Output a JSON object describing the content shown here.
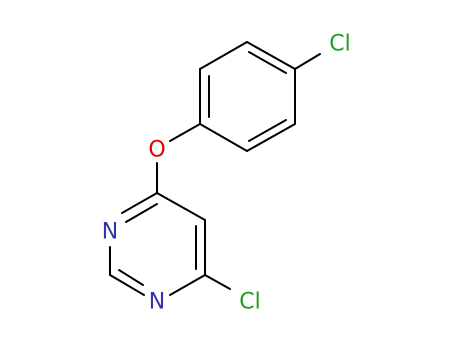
{
  "colors": {
    "bond": "#000000",
    "carbon": "#000000",
    "chlorine": "#1f9f1f",
    "oxygen": "#e60000",
    "nitrogen": "#3333aa",
    "background": "#ffffff"
  },
  "atoms": {
    "cl_top": {
      "label": "Cl",
      "element": "Cl"
    },
    "o_bridge": {
      "label": "O",
      "element": "O"
    },
    "n_upper": {
      "label": "N",
      "element": "N"
    },
    "n_lower": {
      "label": "N",
      "element": "N"
    },
    "cl_bottom": {
      "label": "Cl",
      "element": "Cl"
    }
  }
}
